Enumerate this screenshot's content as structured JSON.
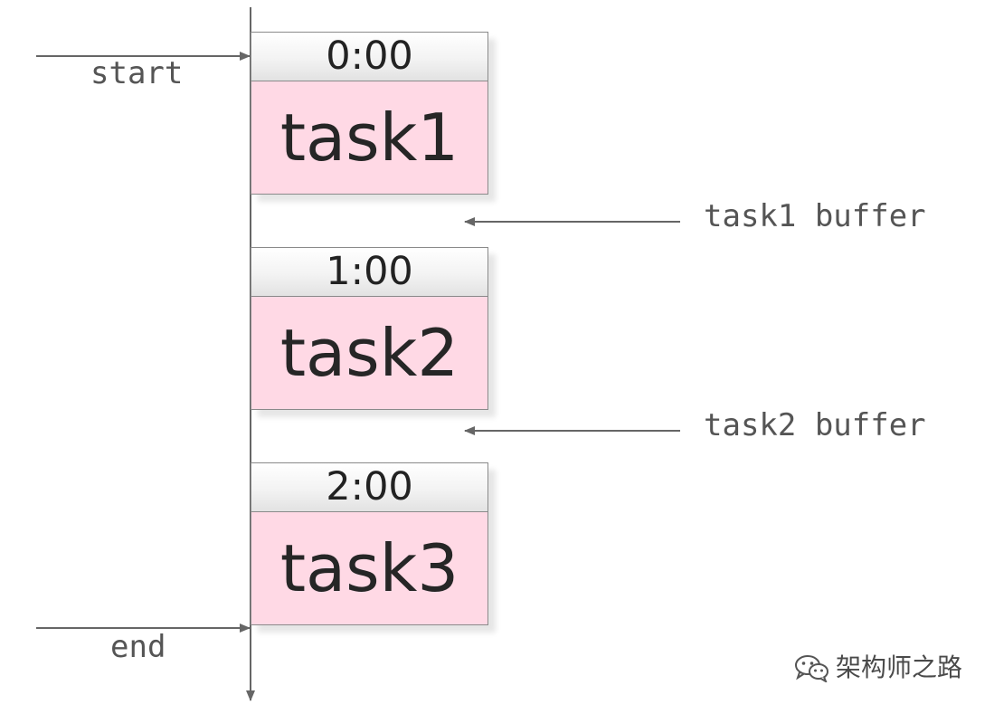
{
  "tasks": [
    {
      "time": "0:00",
      "name": "task1"
    },
    {
      "time": "1:00",
      "name": "task2"
    },
    {
      "time": "2:00",
      "name": "task3"
    }
  ],
  "markers": {
    "start": "start",
    "end": "end"
  },
  "buffers": [
    "task1 buffer",
    "task2 buffer"
  ],
  "watermark": {
    "text": "架构师之路",
    "icon": "wechat-icon"
  }
}
